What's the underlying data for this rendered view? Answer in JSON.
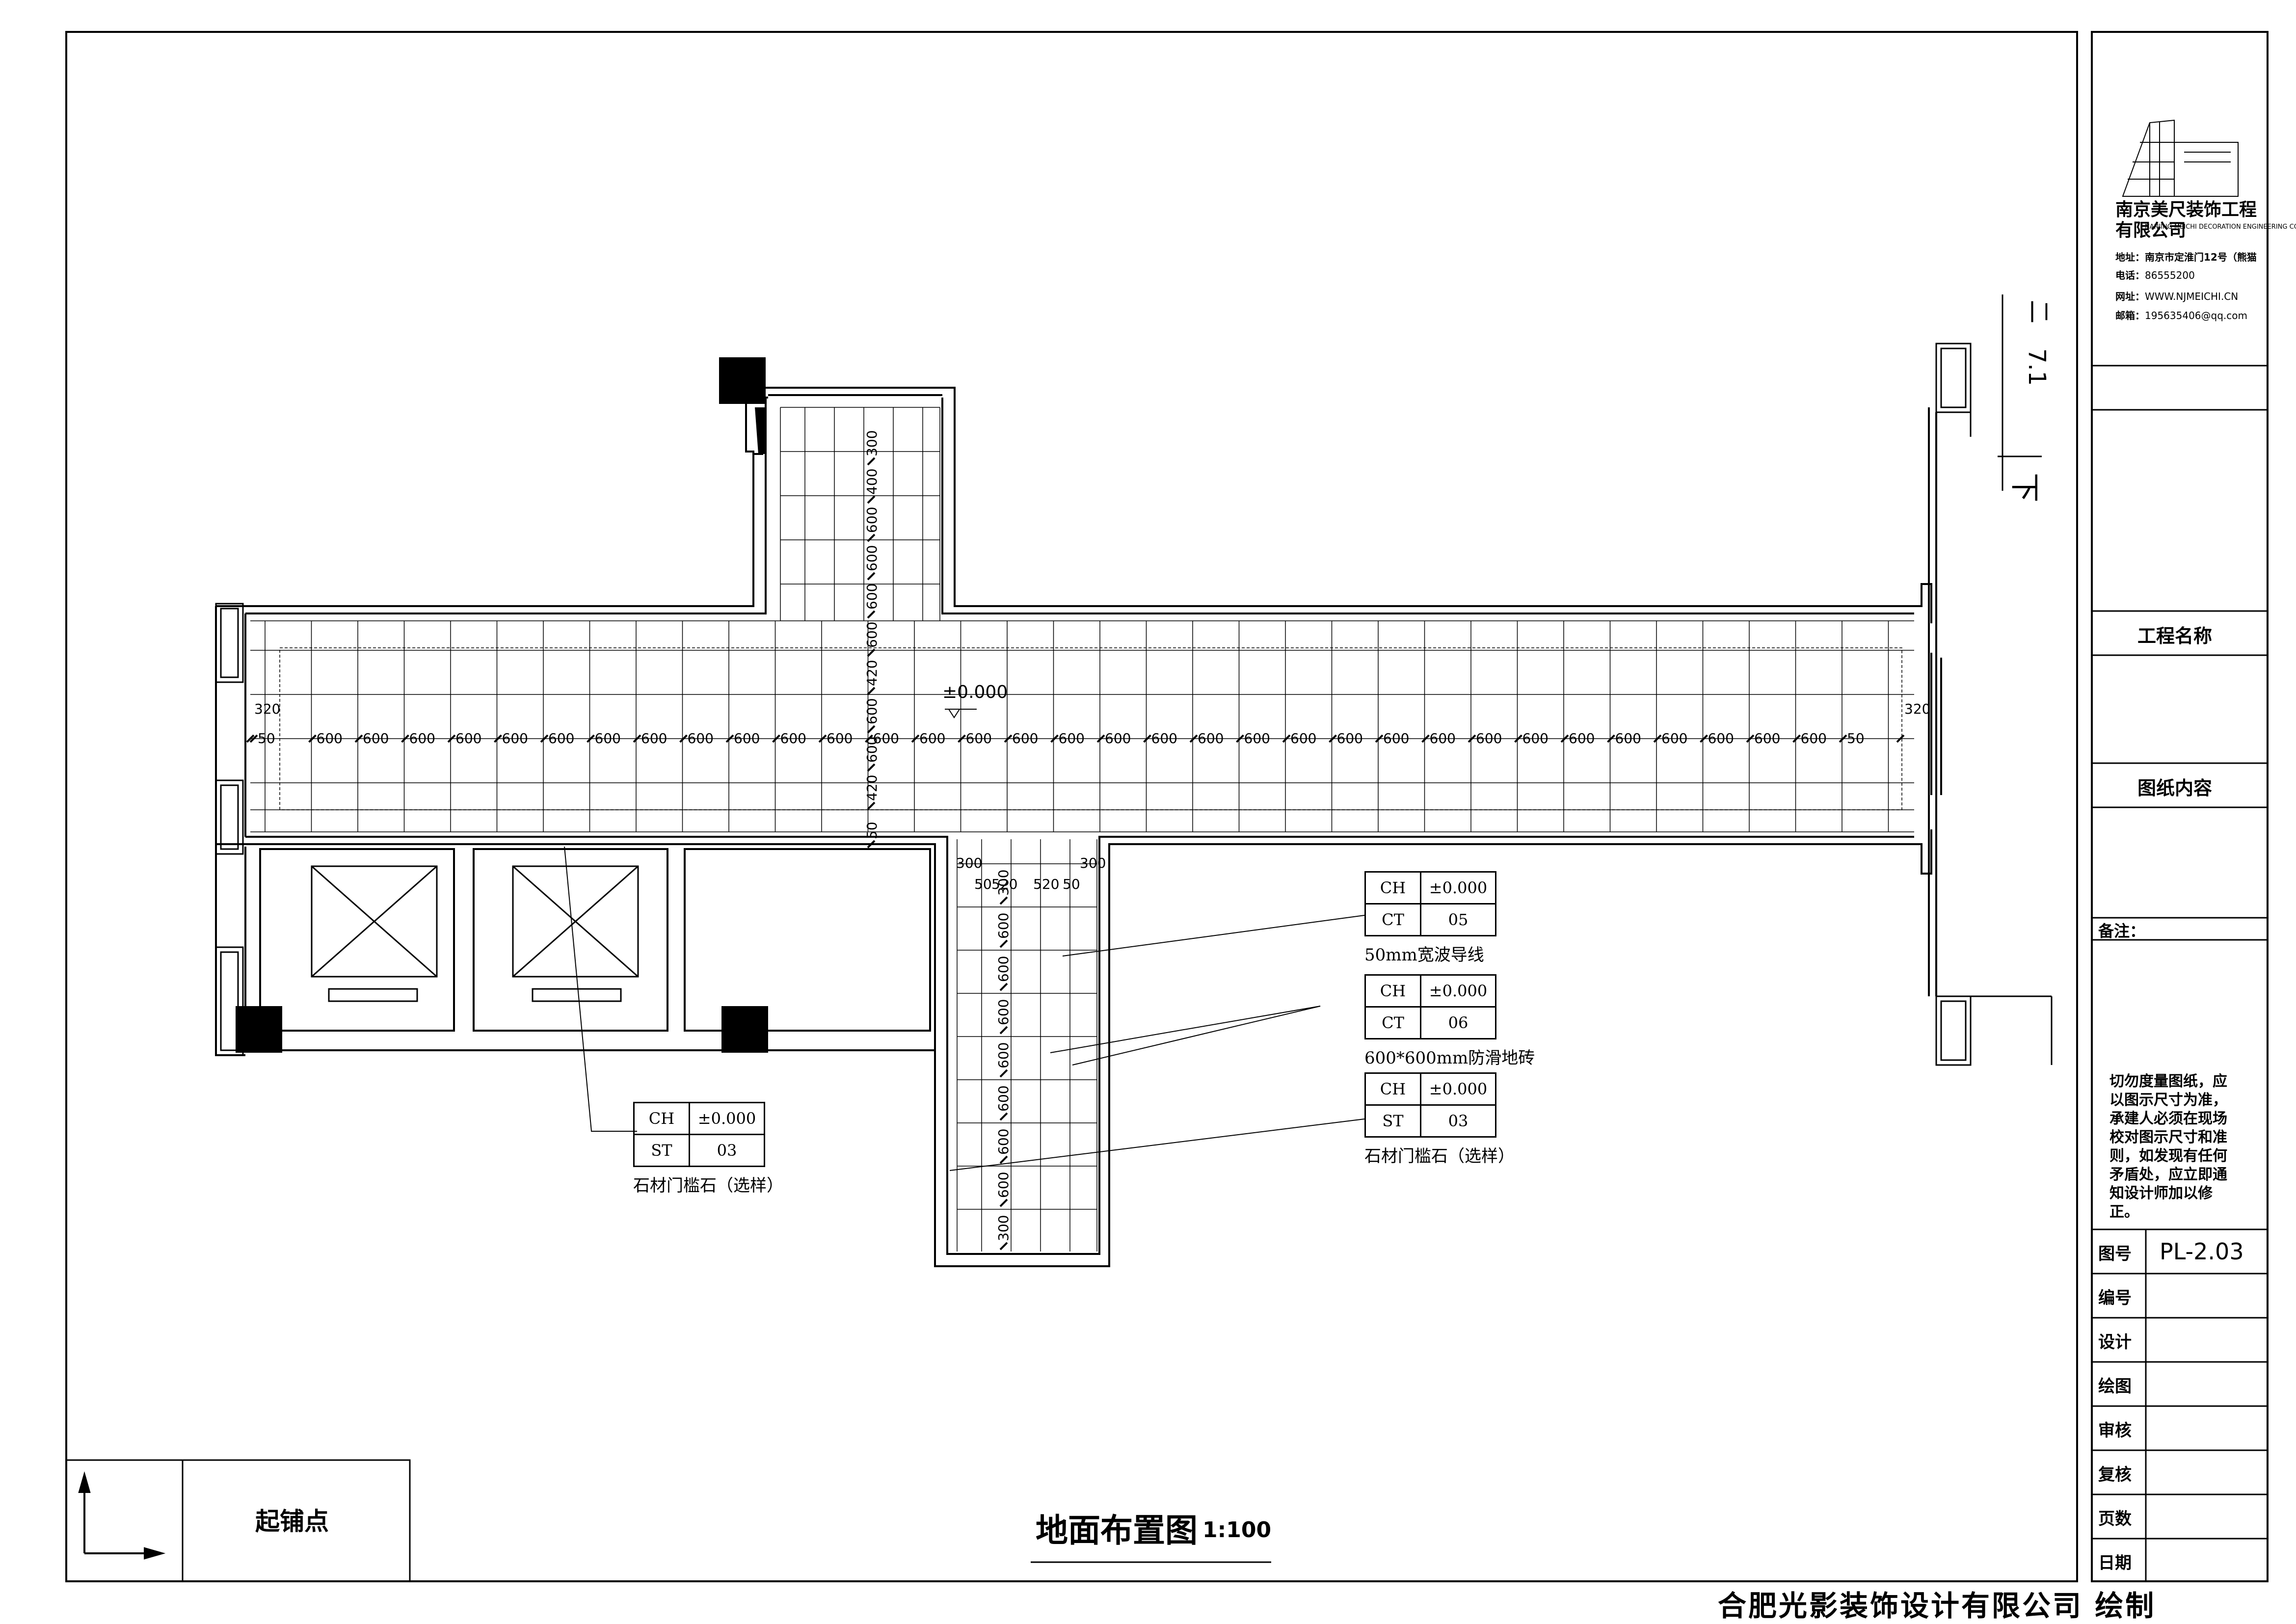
{
  "title_block": {
    "company_name": "南京美尺装饰工程有限公司",
    "company_name_line1": "南京美尺装饰工程",
    "company_name_line2": "有限公司",
    "company_english": "NANJING MEICHI DECORATION ENGINEERING CO.,LTD.",
    "address": "地址：南京市定淮门12号（熊猫",
    "phone_label": "电话：",
    "phone": "86555200",
    "website_label": "网址：",
    "website": "WWW.NJMEICHI.CN",
    "email_label": "邮箱：",
    "email": "195635406@qq.com",
    "project_name_label": "工程名称",
    "drawing_content_label": "图纸内容",
    "remarks_label": "备注：",
    "notice": "切勿度量图纸，应以图示尺寸为准，承建人必须在现场校对图示尺寸和准则，如发现有任何矛盾处，应立即通知设计师加以修正。",
    "rows": [
      {
        "label": "图号",
        "value": "PL-2.03"
      },
      {
        "label": "编号",
        "value": ""
      },
      {
        "label": "设计",
        "value": ""
      },
      {
        "label": "绘图",
        "value": ""
      },
      {
        "label": "审核",
        "value": ""
      },
      {
        "label": "复核",
        "value": ""
      },
      {
        "label": "页数",
        "value": ""
      },
      {
        "label": "日期",
        "value": ""
      }
    ]
  },
  "legend": {
    "start_point_label": "起铺点"
  },
  "drawing": {
    "title": "地面布置图",
    "scale": "1:100",
    "credit": "合肥光影装饰设计有限公司 绘制",
    "elevation_mark": "±0.000",
    "tile_dimension": "600",
    "corridor_dims": [
      "320",
      "50",
      "600",
      "600",
      "600",
      "600",
      "600",
      "600",
      "600",
      "600",
      "600",
      "600",
      "600",
      "600",
      "600",
      "600",
      "600",
      "600",
      "600",
      "600",
      "600",
      "600",
      "600",
      "600",
      "600",
      "600",
      "600",
      "600",
      "600",
      "600",
      "600",
      "600",
      "600",
      "600",
      "600",
      "50",
      "320"
    ],
    "north_vertical_dims": [
      "300",
      "400",
      "600",
      "600",
      "600",
      "600",
      "420",
      "600",
      "600",
      "420",
      "50"
    ],
    "south_vertical_dims": [
      "300",
      "600",
      "600",
      "600",
      "600",
      "600",
      "600",
      "600",
      "300"
    ],
    "south_top_dims": [
      "300",
      "50",
      "520",
      "520",
      "50",
      "300"
    ],
    "side_marks": [
      "二",
      "7.1",
      "下"
    ]
  },
  "tags": [
    {
      "rows": [
        [
          "CH",
          "±0.000"
        ],
        [
          "CT",
          "05"
        ]
      ],
      "caption": "50mm宽波导线"
    },
    {
      "rows": [
        [
          "CH",
          "±0.000"
        ],
        [
          "CT",
          "06"
        ]
      ],
      "caption": "600*600mm防滑地砖"
    },
    {
      "rows": [
        [
          "CH",
          "±0.000"
        ],
        [
          "ST",
          "03"
        ]
      ],
      "caption": "石材门槛石（选样）"
    },
    {
      "rows": [
        [
          "CH",
          "±0.000"
        ],
        [
          "ST",
          "03"
        ]
      ],
      "caption": "石材门槛石（选样）"
    }
  ],
  "colors": {
    "line": "#000000",
    "background": "#ffffff",
    "fill_dark": "#000000"
  }
}
